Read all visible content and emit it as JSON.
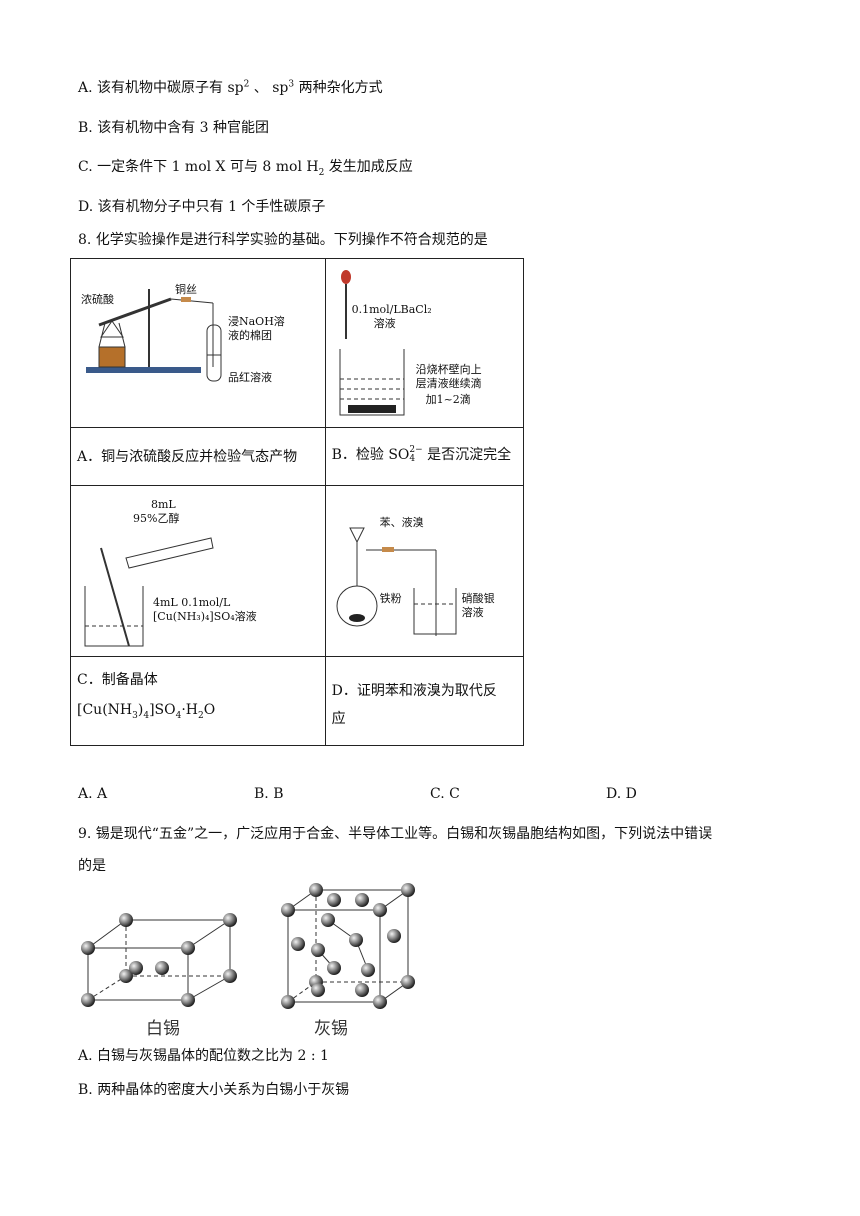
{
  "q7": {
    "optA_pre": "A. 该有机物中碳原子有 sp",
    "optA_sup1": "2",
    "optA_mid": " 、 sp",
    "optA_sup2": "3",
    "optA_post": " 两种杂化方式",
    "optB": "B. 该有机物中含有 3 种官能团",
    "optC_pre": "C. 一定条件下 1 mol X 可与 8 mol H",
    "optC_sub": "2",
    "optC_post": " 发生加成反应",
    "optD": "D. 该有机物分子中只有 1 个手性碳原子"
  },
  "q8": {
    "stem": "8. 化学实验操作是进行科学实验的基础。下列操作不符合规范的是",
    "A": {
      "caption": "A．铜与浓硫酸反应并检验气态产物",
      "label_acid": "浓硫酸",
      "label_wire": "铜丝",
      "label_cotton1": "浸NaOH溶",
      "label_cotton2": "液的棉团",
      "label_dye": "品红溶液"
    },
    "B": {
      "caption_pre": "B．检验 SO",
      "caption_sup": "2−",
      "caption_sub": "4",
      "caption_post": " 是否沉淀完全",
      "label_reagent1": "0.1mol/LBaCl₂",
      "label_reagent2": "溶液",
      "label_note1": "沿烧杯壁向上",
      "label_note2": "层清液继续滴",
      "label_note3": "加1~2滴"
    },
    "C": {
      "caption1": "C．制备晶体",
      "caption2_pre": "[Cu(NH",
      "caption2_sub1": "3",
      "caption2_mid": ")",
      "caption2_sub2": "4",
      "caption2_post": "]SO",
      "caption2_sub3": "4",
      "caption2_end": "·H",
      "caption2_sub4": "2",
      "caption2_last": "O",
      "label_vol": "8mL",
      "label_eth": "95%乙醇",
      "label_sol1": "4mL 0.1mol/L",
      "label_sol2": "[Cu(NH₃)₄]SO₄溶液"
    },
    "D": {
      "caption1": "D．证明苯和液溴为取代反",
      "caption2": "应",
      "label_reagent": "苯、液溴",
      "label_fe": "铁粉",
      "label_ag1": "硝酸银",
      "label_ag2": "溶液"
    },
    "choices": [
      "A. A",
      "B. B",
      "C. C",
      "D. D"
    ]
  },
  "q9": {
    "stem1": "9. 锡是现代“五金”之一，广泛应用于合金、半导体工业等。白锡和灰锡晶胞结构如图，下列说法中错误",
    "stem2": "的是",
    "label_white": "白锡",
    "label_gray": "灰锡",
    "optA_pre": "A. 白锡与灰锡晶体的配位数之比为 ",
    "optA_ratio": "2 : 1",
    "optB": "B. 两种晶体的密度大小关系为白锡小于灰锡"
  }
}
